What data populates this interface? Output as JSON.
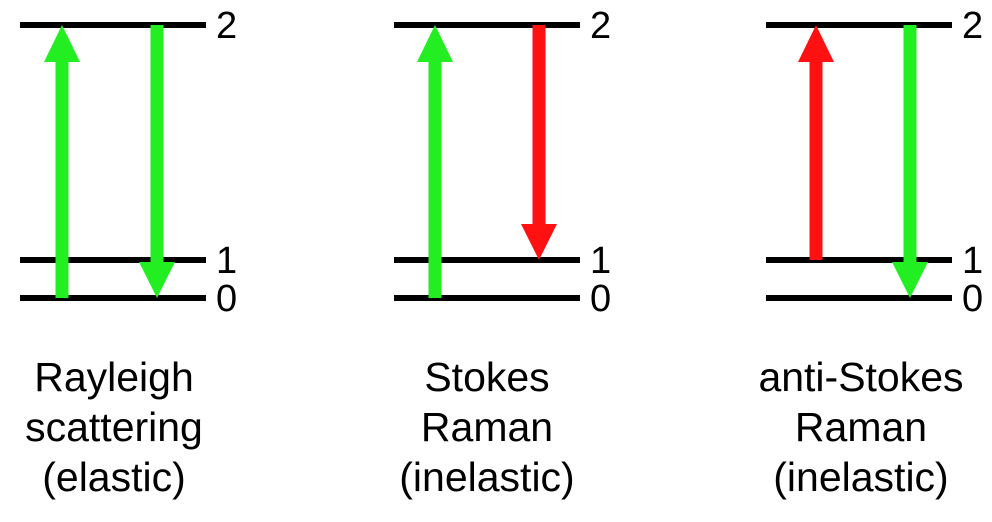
{
  "colors": {
    "level": "#000000",
    "green": "#22ee22",
    "red": "#ff1111"
  },
  "panels": [
    {
      "levels": [
        "2",
        "1",
        "0"
      ],
      "arrows": [
        {
          "from": "0",
          "to": "2",
          "color": "green"
        },
        {
          "from": "2",
          "to": "0",
          "color": "green"
        }
      ],
      "caption": [
        "Rayleigh",
        "scattering",
        "(elastic)"
      ]
    },
    {
      "levels": [
        "2",
        "1",
        "0"
      ],
      "arrows": [
        {
          "from": "0",
          "to": "2",
          "color": "green"
        },
        {
          "from": "2",
          "to": "1",
          "color": "red"
        }
      ],
      "caption": [
        "Stokes",
        "Raman",
        "(inelastic)"
      ]
    },
    {
      "levels": [
        "2",
        "1",
        "0"
      ],
      "arrows": [
        {
          "from": "1",
          "to": "2",
          "color": "red"
        },
        {
          "from": "2",
          "to": "0",
          "color": "green"
        }
      ],
      "caption": [
        "anti-Stokes",
        "Raman",
        "(inelastic)"
      ]
    }
  ]
}
